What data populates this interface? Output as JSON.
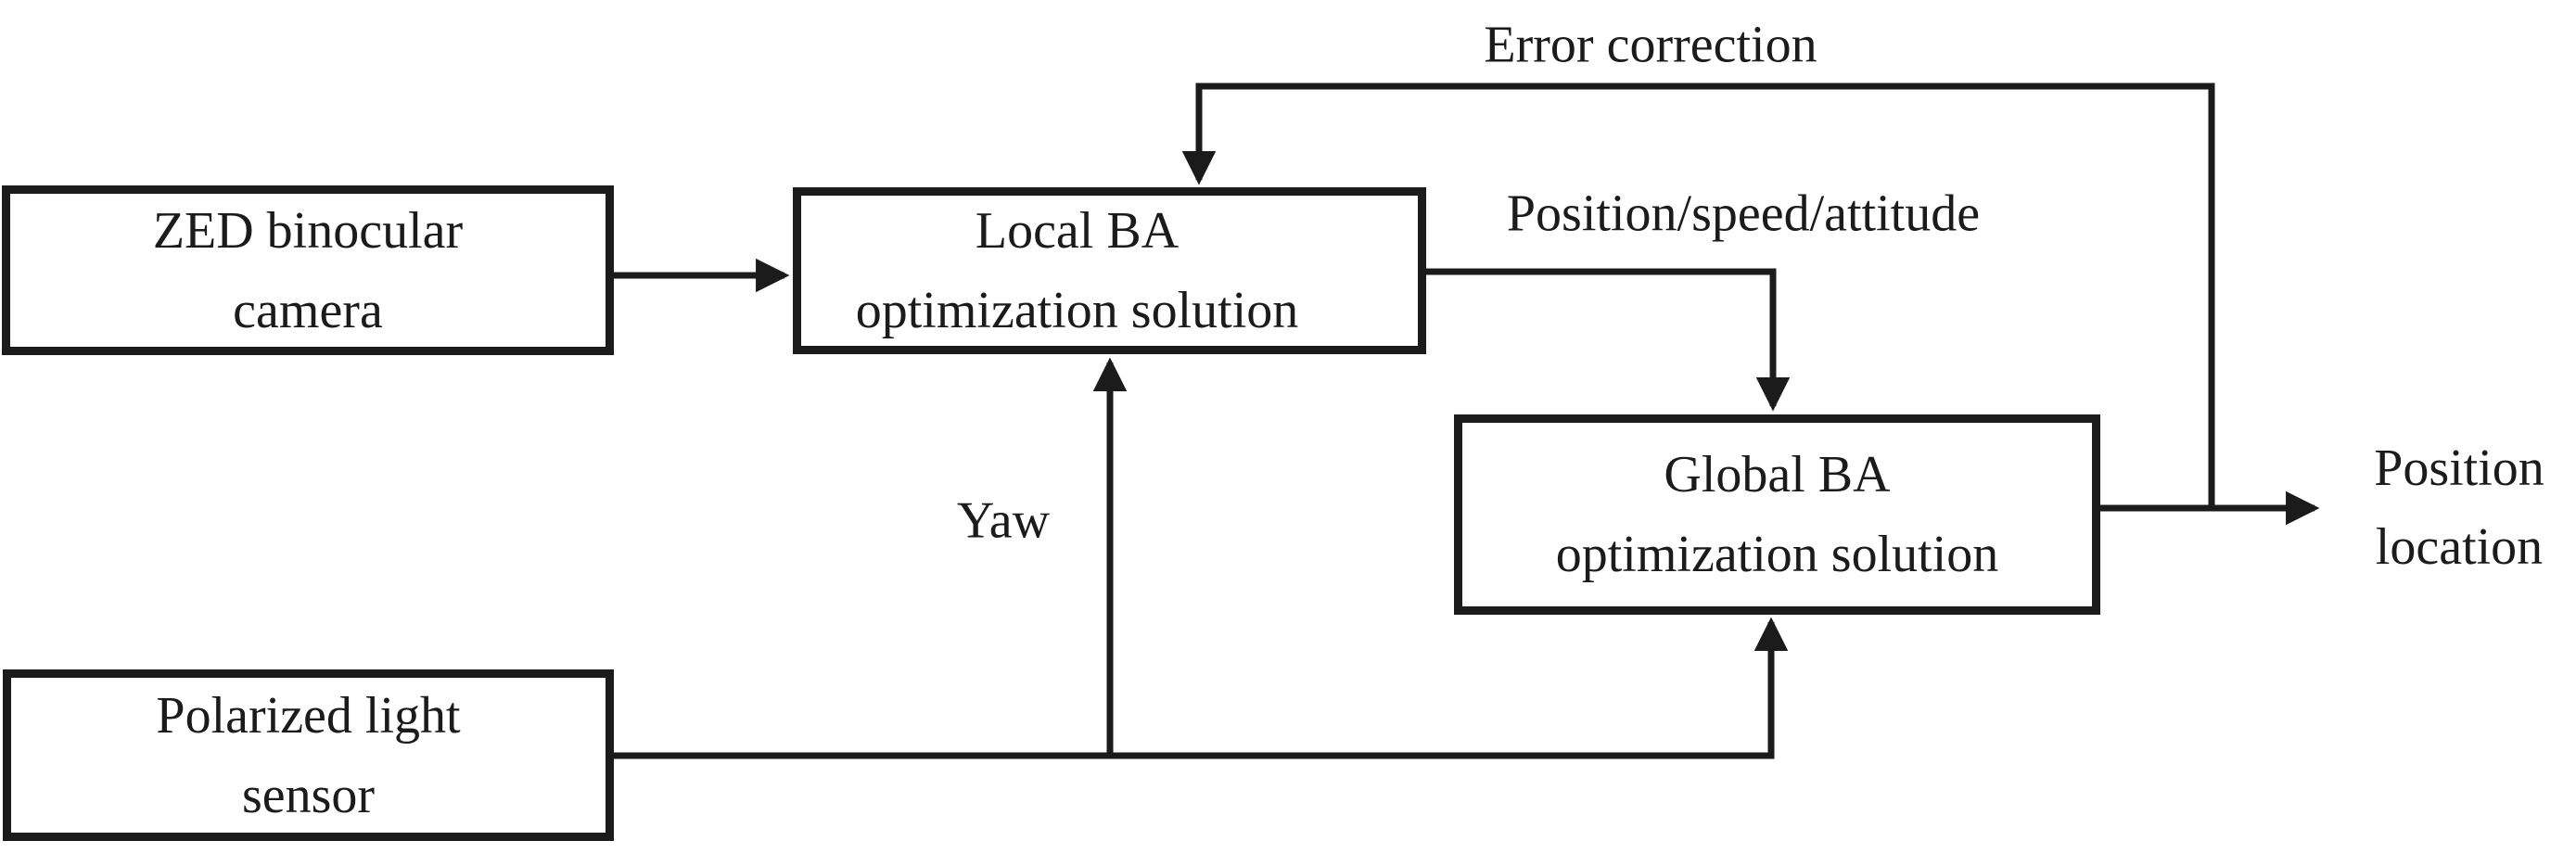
{
  "diagram": {
    "nodes": {
      "zed_camera": {
        "lines": [
          "ZED binocular",
          "camera"
        ]
      },
      "local_ba": {
        "lines": [
          "Local BA",
          "optimization solution"
        ]
      },
      "global_ba": {
        "lines": [
          "Global BA",
          "optimization solution"
        ]
      },
      "polarized_sensor": {
        "lines": [
          "Polarized light",
          "sensor"
        ]
      }
    },
    "edge_labels": {
      "error_correction": "Error correction",
      "position_speed_attitude": "Position/speed/attitude",
      "yaw": "Yaw",
      "position_location_line1": "Position",
      "position_location_line2": "location"
    },
    "connections": [
      {
        "from": "zed_camera",
        "to": "local_ba",
        "label": ""
      },
      {
        "from": "local_ba",
        "to": "global_ba",
        "label": "Position/speed/attitude"
      },
      {
        "from": "polarized_sensor",
        "to": "local_ba",
        "label": "Yaw"
      },
      {
        "from": "polarized_sensor",
        "to": "global_ba",
        "label": ""
      },
      {
        "from": "global_ba",
        "to": "output",
        "label": "Position location"
      },
      {
        "from": "output",
        "to": "local_ba",
        "label": "Error correction"
      }
    ],
    "colors": {
      "ink": "#1b1b1b",
      "background": "#ffffff"
    }
  }
}
